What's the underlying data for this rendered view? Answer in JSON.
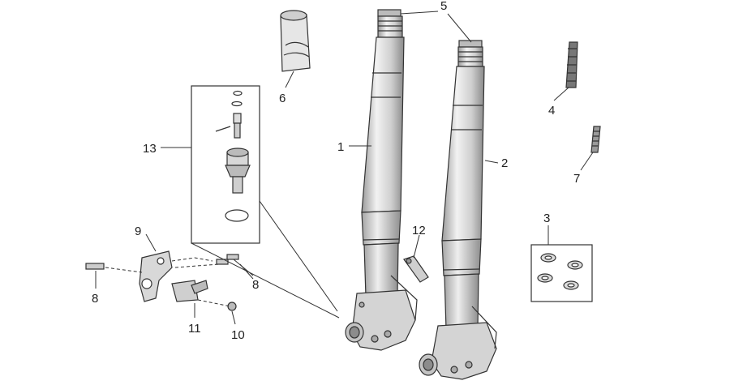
{
  "diagram": {
    "callouts": [
      {
        "id": "1",
        "text": "1"
      },
      {
        "id": "2",
        "text": "2"
      },
      {
        "id": "3",
        "text": "3"
      },
      {
        "id": "4",
        "text": "4"
      },
      {
        "id": "5",
        "text": "5"
      },
      {
        "id": "6",
        "text": "6"
      },
      {
        "id": "7",
        "text": "7"
      },
      {
        "id": "8a",
        "text": "8"
      },
      {
        "id": "8b",
        "text": "8"
      },
      {
        "id": "9",
        "text": "9"
      },
      {
        "id": "10",
        "text": "10"
      },
      {
        "id": "11",
        "text": "11"
      },
      {
        "id": "12",
        "text": "12"
      },
      {
        "id": "13",
        "text": "13"
      }
    ],
    "colors": {
      "line": "#333333",
      "tube_fill": "#dcdcdc",
      "part_fill": "#c8c8c8",
      "background": "#ffffff"
    }
  }
}
